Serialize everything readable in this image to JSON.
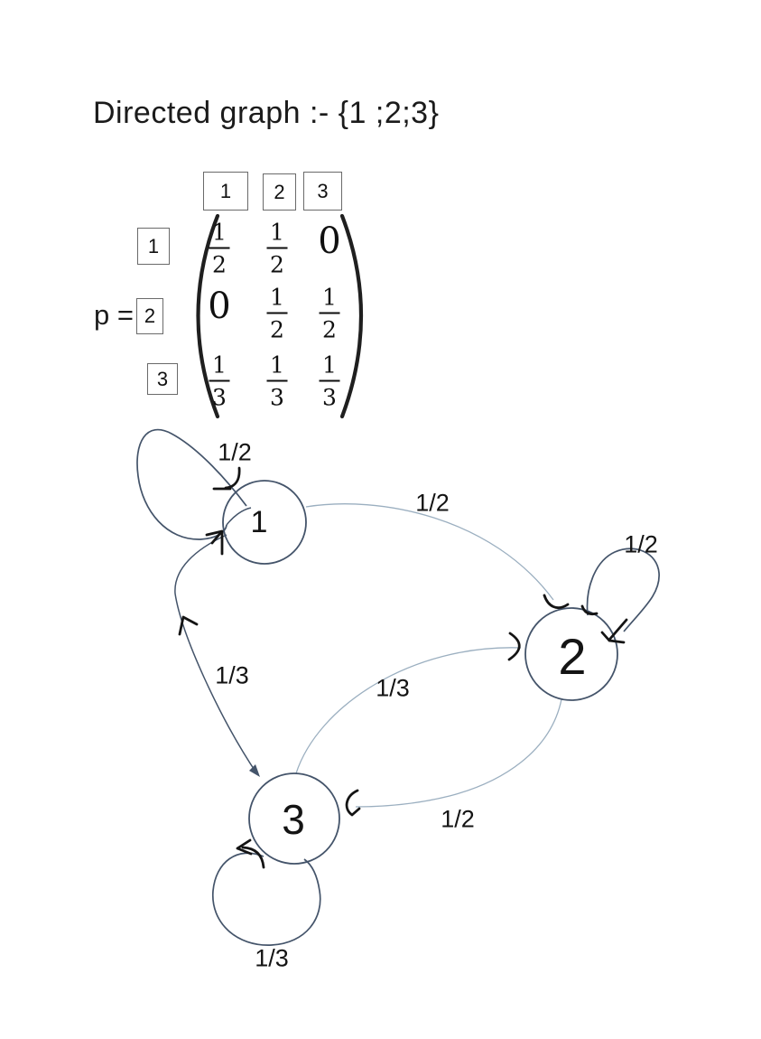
{
  "title": "Directed graph :- {1 ;2;3}",
  "matrix": {
    "p_label": "p =",
    "col_headers": [
      "1",
      "2",
      "3"
    ],
    "row_headers": [
      "1",
      "2",
      "3"
    ],
    "cells": {
      "r1c1": {
        "num": "1",
        "den": "2"
      },
      "r1c2": {
        "num": "1",
        "den": "2"
      },
      "r1c3": {
        "val": "0"
      },
      "r2c1": {
        "val": "0"
      },
      "r2c2": {
        "num": "1",
        "den": "2"
      },
      "r2c3": {
        "num": "1",
        "den": "2"
      },
      "r3c1": {
        "num": "1",
        "den": "3"
      },
      "r3c2": {
        "num": "1",
        "den": "3"
      },
      "r3c3": {
        "num": "1",
        "den": "3"
      }
    }
  },
  "graph": {
    "nodes": [
      {
        "id": "1",
        "label": "1"
      },
      {
        "id": "2",
        "label": "2"
      },
      {
        "id": "3",
        "label": "3"
      }
    ],
    "edges": [
      {
        "from": "1",
        "to": "1",
        "label": "1/2"
      },
      {
        "from": "1",
        "to": "2",
        "label": "1/2"
      },
      {
        "from": "2",
        "to": "2",
        "label": "1/2"
      },
      {
        "from": "2",
        "to": "3",
        "label": "1/2"
      },
      {
        "from": "3",
        "to": "2",
        "label": "1/3"
      },
      {
        "from": "3",
        "to": "1",
        "label": "1/3"
      },
      {
        "from": "3",
        "to": "3",
        "label": "1/3"
      }
    ]
  },
  "colors": {
    "node_stroke": "#44546a",
    "edge_light": "#9bafc0",
    "hand_arrow": "#141414",
    "text": "#1a1a1a"
  }
}
